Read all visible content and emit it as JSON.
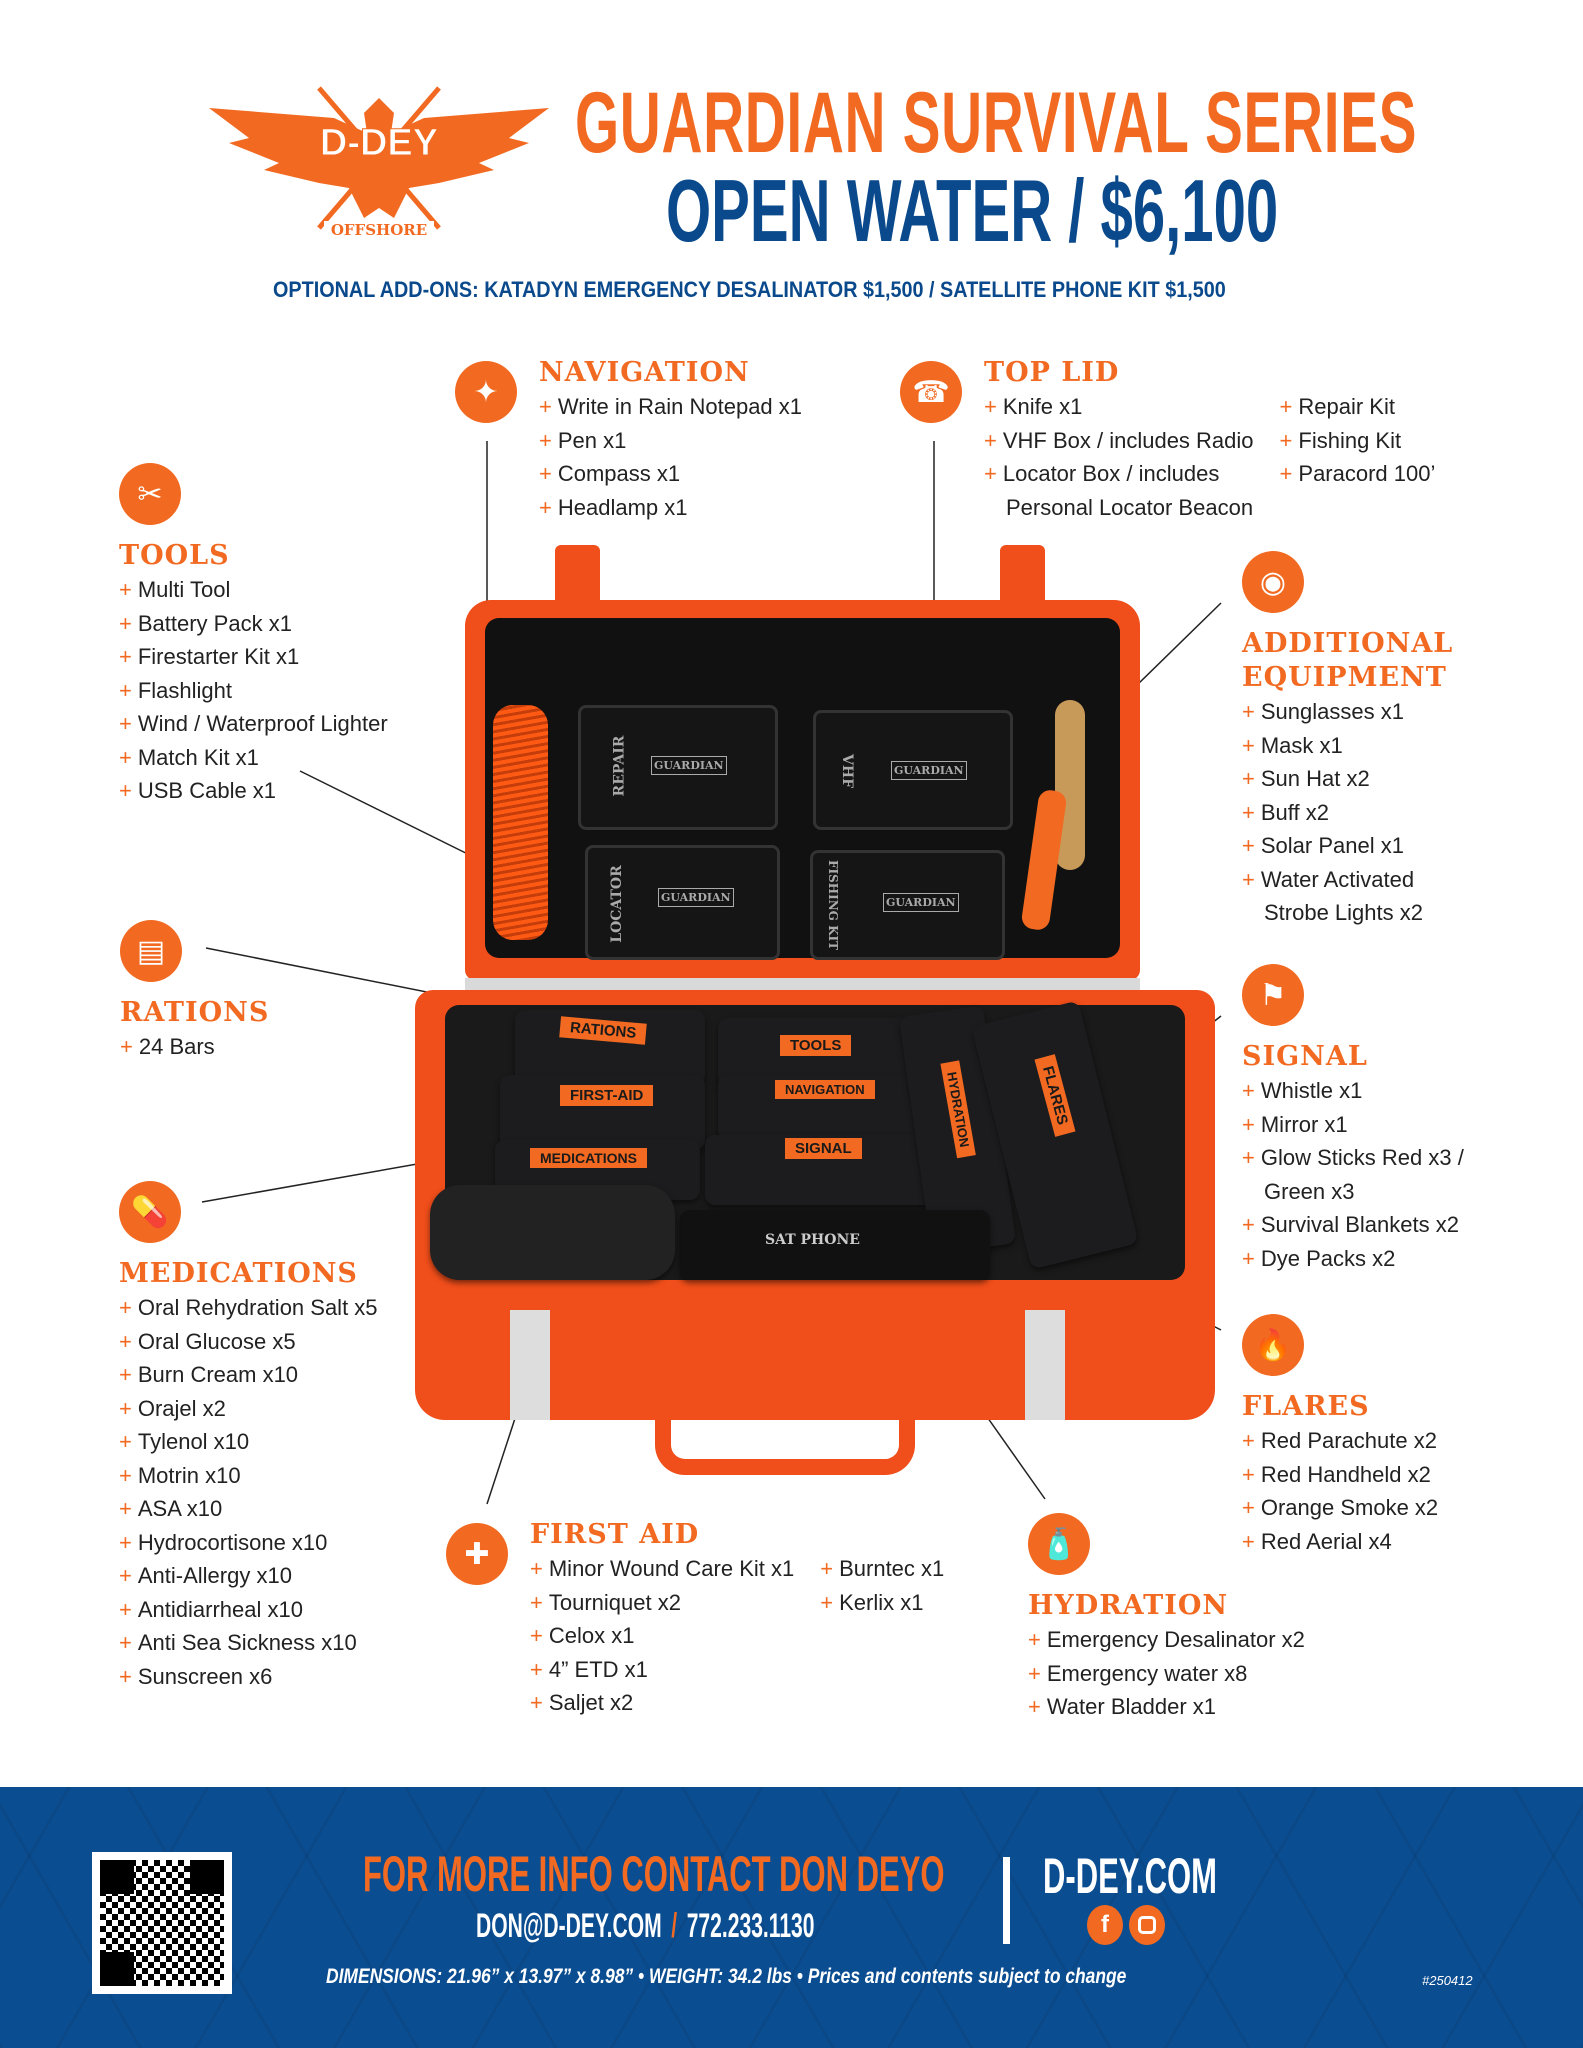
{
  "logo": {
    "brand": "D-DEY",
    "sub": "OFFSHORE"
  },
  "header": {
    "title": "GUARDIAN SURVIVAL SERIES",
    "subtitle": "OPEN WATER / $6,100",
    "addons": "OPTIONAL ADD-ONS: KATADYN EMERGENCY DESALINATOR $1,500 / SATELLITE PHONE KIT $1,500"
  },
  "colors": {
    "orange": "#f26a21",
    "blue": "#0a4a8c",
    "footer": "#0b4d91"
  },
  "sections": {
    "navigation": {
      "title": "NAVIGATION",
      "icon": "compass-icon",
      "items": [
        [
          "Write in Rain Notepad x1"
        ],
        [
          "Pen x1"
        ],
        [
          "Compass x1"
        ],
        [
          "Headlamp x1"
        ]
      ]
    },
    "top_lid": {
      "title": "TOP LID",
      "icon": "phone-icon",
      "items": [
        [
          "Knife x1"
        ],
        [
          "VHF Box / includes Radio"
        ],
        [
          "Locator Box / includes",
          "Personal Locator Beacon"
        ]
      ],
      "items2": [
        [
          "Repair Kit"
        ],
        [
          "Fishing Kit"
        ],
        [
          "Paracord 100’"
        ]
      ]
    },
    "tools": {
      "title": "TOOLS",
      "icon": "tools-icon",
      "items": [
        [
          "Multi Tool"
        ],
        [
          "Battery Pack x1"
        ],
        [
          "Firestarter Kit x1"
        ],
        [
          "Flashlight"
        ],
        [
          "Wind / Waterproof Lighter"
        ],
        [
          "Match Kit x1"
        ],
        [
          "USB Cable x1"
        ]
      ]
    },
    "additional": {
      "title": "ADDITIONAL",
      "title2": "EQUIPMENT",
      "icon": "mask-icon",
      "items": [
        [
          "Sunglasses x1"
        ],
        [
          "Mask x1"
        ],
        [
          "Sun Hat x2"
        ],
        [
          "Buff x2"
        ],
        [
          "Solar Panel x1"
        ],
        [
          "Water Activated",
          "Strobe Lights x2"
        ]
      ]
    },
    "rations": {
      "title": "RATIONS",
      "icon": "ration-bar-icon",
      "items": [
        [
          "24 Bars"
        ]
      ]
    },
    "signal": {
      "title": "SIGNAL",
      "icon": "signal-icon",
      "items": [
        [
          "Whistle x1"
        ],
        [
          "Mirror x1"
        ],
        [
          "Glow Sticks Red x3 /",
          "Green x3"
        ],
        [
          "Survival Blankets x2"
        ],
        [
          "Dye Packs x2"
        ]
      ]
    },
    "medications": {
      "title": "MEDICATIONS",
      "icon": "pill-icon",
      "items": [
        [
          "Oral Rehydration Salt x5"
        ],
        [
          "Oral Glucose x5"
        ],
        [
          "Burn Cream x10"
        ],
        [
          "Orajel x2"
        ],
        [
          "Tylenol x10"
        ],
        [
          "Motrin x10"
        ],
        [
          "ASA x10"
        ],
        [
          "Hydrocortisone x10"
        ],
        [
          "Anti-Allergy x10"
        ],
        [
          "Antidiarrheal x10"
        ],
        [
          "Anti Sea Sickness x10"
        ],
        [
          "Sunscreen x6"
        ]
      ]
    },
    "flares": {
      "title": "FLARES",
      "icon": "fire-icon",
      "items": [
        [
          "Red Parachute x2"
        ],
        [
          "Red Handheld x2"
        ],
        [
          "Orange Smoke x2"
        ],
        [
          "Red Aerial x4"
        ]
      ]
    },
    "first_aid": {
      "title": "FIRST AID",
      "icon": "first-aid-kit-icon",
      "items": [
        [
          "Minor Wound Care Kit x1"
        ],
        [
          "Tourniquet x2"
        ],
        [
          "Celox x1"
        ],
        [
          "4” ETD x1"
        ],
        [
          "Saljet x2"
        ]
      ],
      "items2": [
        [
          "Burntec x1"
        ],
        [
          "Kerlix x1"
        ]
      ]
    },
    "hydration": {
      "title": "HYDRATION",
      "icon": "water-bottle-icon",
      "items": [
        [
          "Emergency Desalinator x2"
        ],
        [
          "Emergency water x8"
        ],
        [
          "Water Bladder x1"
        ]
      ]
    }
  },
  "photo": {
    "boxes": [
      "REPAIR",
      "VHF",
      "LOCATOR",
      "FISHING KIT"
    ],
    "box_brand": "GUARDIAN",
    "pouches": [
      "RATIONS",
      "TOOLS",
      "FIRST-AID",
      "NAVIGATION",
      "MEDICATIONS",
      "SIGNAL",
      "HYDRATION",
      "FLARES",
      "SAT PHONE"
    ]
  },
  "footer": {
    "contact": "FOR MORE INFO CONTACT DON DEYO",
    "email": "DON@D-DEY.COM",
    "sep": "/",
    "phone": "772.233.1130",
    "website": "D-DEY.COM",
    "specs": "DIMENSIONS: 21.96” x 13.97” x 8.98” • WEIGHT: 34.2 lbs • Prices and contents subject to change",
    "code": "#250412"
  }
}
